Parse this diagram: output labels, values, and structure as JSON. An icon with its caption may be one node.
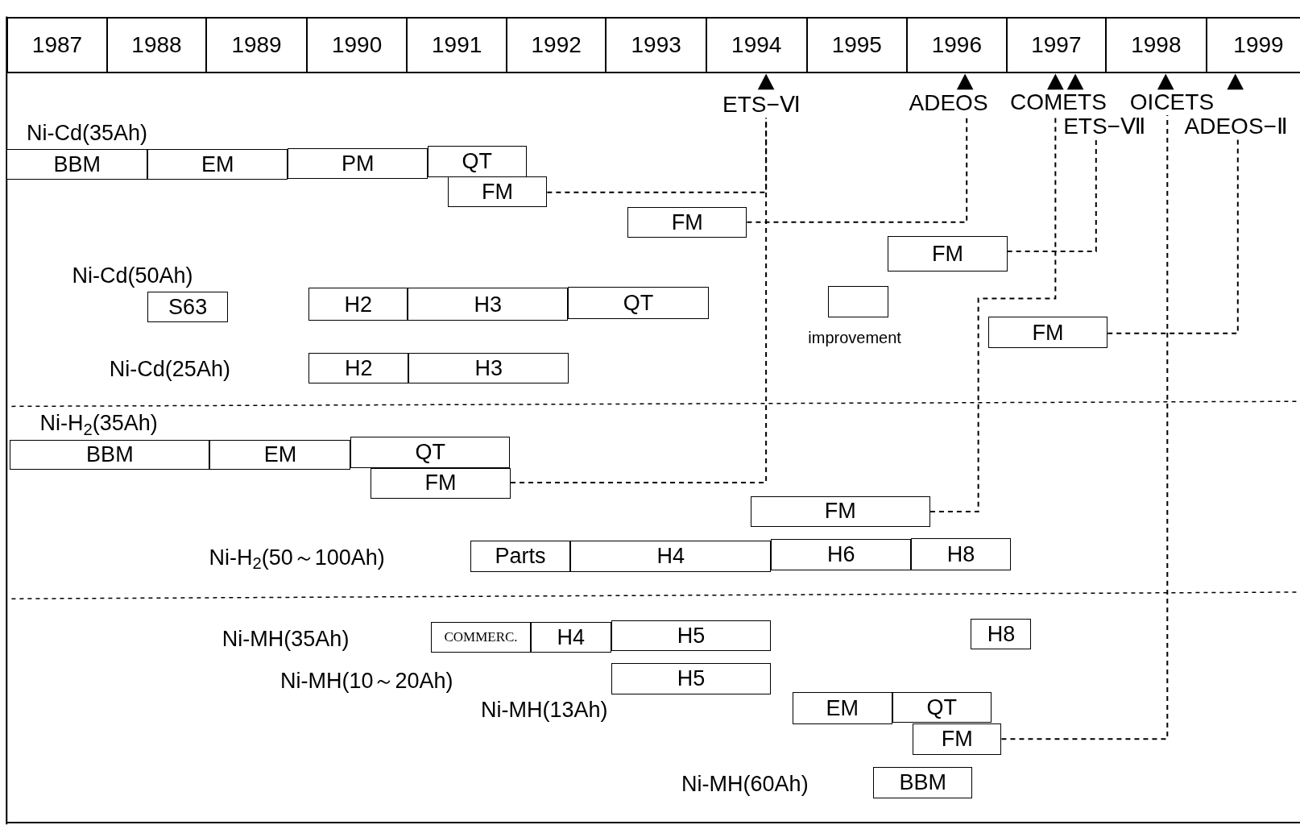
{
  "diagram": {
    "nodes": [
      {
        "text": [
          "ETS−Ⅵ"
        ]
      },
      {
        "text": [
          "ADEOS"
        ]
      },
      {
        "text": [
          "COMETS"
        ]
      },
      {
        "text": [
          "OICETS"
        ]
      },
      {
        "text": [
          "ETS−Ⅶ"
        ]
      },
      {
        "text": [
          "ADEOS−Ⅱ"
        ]
      },
      {
        "text": [
          "BBM"
        ]
      },
      {
        "text": [
          "EM"
        ]
      },
      {
        "text": [
          "PM"
        ]
      },
      {
        "text": [
          "QT"
        ]
      },
      {
        "text": [
          "FM"
        ]
      },
      {
        "text": [
          "FM"
        ]
      },
      {
        "text": [
          "FM"
        ]
      },
      {
        "text": [
          "S63"
        ]
      },
      {
        "text": [
          "H2"
        ]
      },
      {
        "text": [
          "H3"
        ]
      },
      {
        "text": [
          "QT"
        ]
      },
      {
        "text": [],
        "shape": "box",
        "beside": [
          "improvement"
        ]
      },
      {
        "text": [
          "FM"
        ]
      },
      {
        "text": [
          "H2"
        ]
      },
      {
        "text": [
          "H3"
        ]
      },
      {
        "text": [
          "BBM"
        ]
      },
      {
        "text": [
          "EM"
        ]
      },
      {
        "text": [
          "QT"
        ]
      },
      {
        "text": [
          "FM"
        ]
      },
      {
        "text": [
          "FM"
        ]
      },
      {
        "text": [
          "Parts"
        ]
      },
      {
        "text": [
          "H4"
        ]
      },
      {
        "text": [
          "H6"
        ]
      },
      {
        "text": [
          "H8"
        ]
      },
      {
        "text": [
          "COMMERC."
        ]
      },
      {
        "text": [
          "H4"
        ]
      },
      {
        "text": [
          "H5"
        ]
      },
      {
        "text": [
          "H8"
        ]
      },
      {
        "text": [
          "H5"
        ]
      },
      {
        "text": [
          "EM"
        ]
      },
      {
        "text": [
          "QT"
        ]
      },
      {
        "text": [
          "FM"
        ]
      },
      {
        "text": [
          "BBM"
        ]
      }
    ],
    "edges": [
      {
        "from": 10,
        "to": 0,
        "arrow": "none",
        "style": "dashed"
      },
      {
        "from": 24,
        "to": 0,
        "arrow": "none",
        "style": "dashed"
      },
      {
        "from": 11,
        "to": 1,
        "arrow": "none",
        "style": "dashed"
      },
      {
        "from": 12,
        "to": 4,
        "arrow": "none",
        "style": "dashed"
      },
      {
        "from": 25,
        "to": 2,
        "arrow": "none",
        "style": "dashed"
      },
      {
        "from": 18,
        "to": 5,
        "arrow": "none",
        "style": "dashed"
      },
      {
        "from": 37,
        "to": 3,
        "arrow": "none",
        "style": "dashed"
      }
    ],
    "labels": [
      "1987",
      "1988",
      "1989",
      "1990",
      "1991",
      "1992",
      "1993",
      "1994",
      "1995",
      "1996",
      "1997",
      "1998",
      "1999",
      "Ni-Cd(35Ah)",
      "Ni-Cd(50Ah)",
      "Ni-Cd(25Ah)",
      "Ni-H$_{2}$(35Ah)",
      "Ni-H$_{2}$(50～100Ah)",
      "Ni-MH(35Ah)",
      "Ni-MH(10～20Ah)",
      "Ni-MH(13Ah)",
      "Ni-MH(60Ah)"
    ]
  }
}
